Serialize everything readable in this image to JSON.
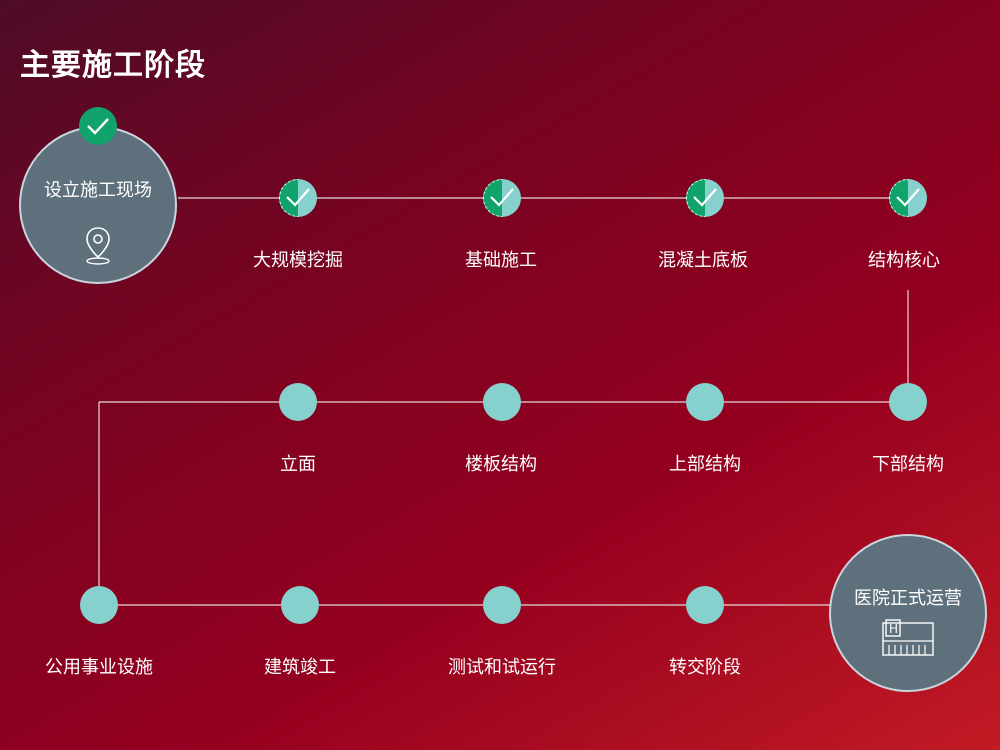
{
  "title": "主要施工阶段",
  "start": {
    "label": "设立施工现场",
    "icon": "location-pin-icon",
    "status": "completed"
  },
  "end": {
    "label": "医院正式运营",
    "icon": "hospital-building-icon"
  },
  "row1": [
    {
      "label": "大规模挖掘",
      "status": "completed"
    },
    {
      "label": "基础施工",
      "status": "completed"
    },
    {
      "label": "混凝土底板",
      "status": "completed"
    },
    {
      "label": "结构核心",
      "status": "completed"
    }
  ],
  "row2": [
    {
      "label": "立面"
    },
    {
      "label": "楼板结构"
    },
    {
      "label": "上部结构"
    },
    {
      "label": "下部结构"
    }
  ],
  "row3": [
    {
      "label": "公用事业设施"
    },
    {
      "label": "建筑竣工"
    },
    {
      "label": "测试和试运行"
    },
    {
      "label": "转交阶段"
    }
  ],
  "colors": {
    "completed": "#10a36b",
    "pending": "#86d1cd",
    "circle": "#5d707c"
  }
}
